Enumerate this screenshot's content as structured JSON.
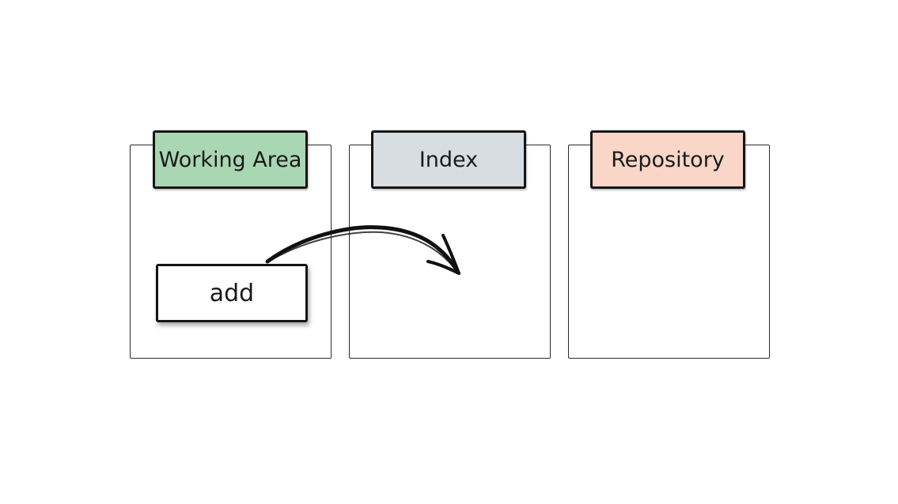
{
  "areas": {
    "working": {
      "label": "Working Area",
      "color": "#a9d6b3"
    },
    "index": {
      "label": "Index",
      "color": "#d7dde1"
    },
    "repository": {
      "label": "Repository",
      "color": "#f9d6c7"
    }
  },
  "command": {
    "label": "add"
  },
  "icons": {
    "arrow": "curved-arrow-icon"
  }
}
